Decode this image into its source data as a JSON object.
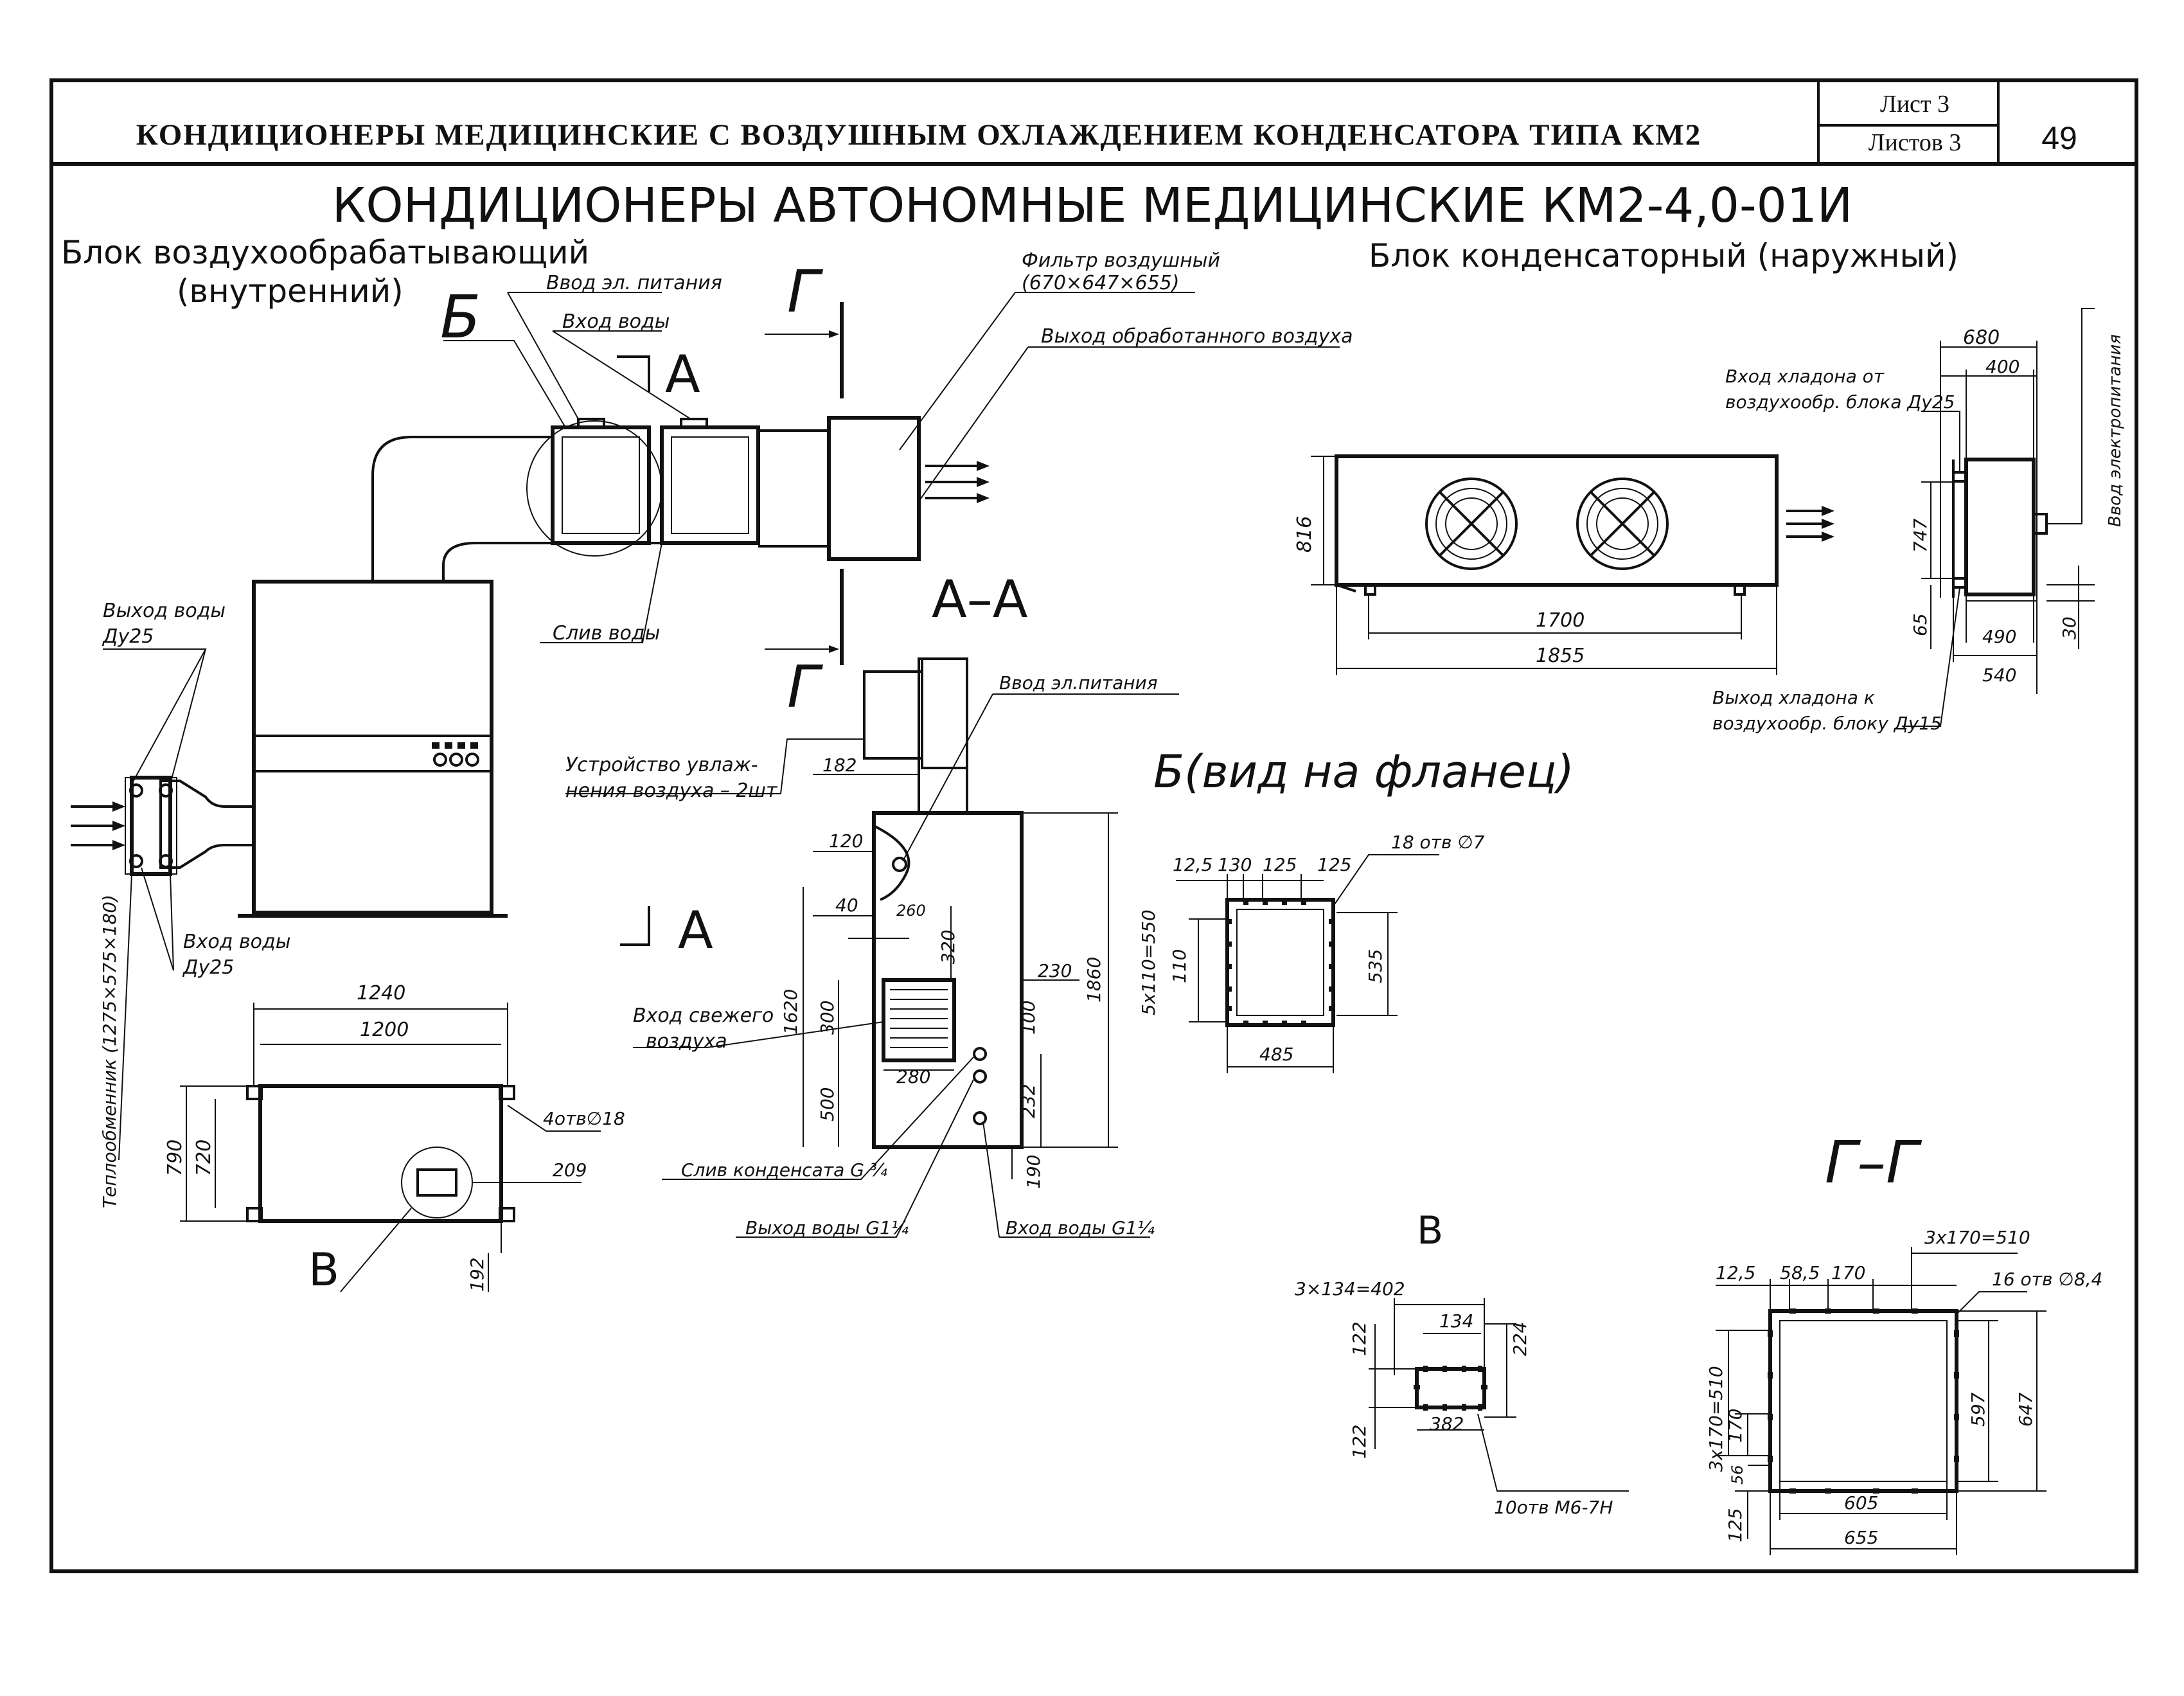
{
  "header": {
    "title": "КОНДИЦИОНЕРЫ МЕДИЦИНСКИЕ С ВОЗДУШНЫМ ОХЛАЖДЕНИЕМ КОНДЕНСАТОРА ТИПА КМ2",
    "sheet_label": "Лист 3",
    "sheets_label": "Листов 3",
    "page_number": "49"
  },
  "drawing": {
    "main_title": "КОНДИЦИОНЕРЫ АВТОНОМНЫЕ МЕДИЦИНСКИЕ КМ2-4,0-01И",
    "indoor_block_title_1": "Блок воздухообрабатывающий",
    "indoor_block_title_2": "(внутренний)",
    "outdoor_block_title": "Блок конденсаторный (наружный)",
    "labels": {
      "power_input": "Ввод эл. питания",
      "water_inlet": "Вход воды",
      "air_filter_1": "Фильтр воздушный",
      "air_filter_2": "(670×647×655)",
      "treated_air_outlet": "Выход обработанного воздуха",
      "water_drain": "Слив воды",
      "water_outlet_1": "Выход воды",
      "water_outlet_2": "Ду25",
      "water_inlet_du_1": "Вход воды",
      "water_inlet_du_2": "Ду25",
      "heat_exchanger": "Теплообменник (1275×575×180)",
      "humidifier_1": "Устройство увлаж-",
      "humidifier_2": "нения воздуха – 2шт",
      "power_input_aa": "Ввод эл.питания",
      "fresh_air_1": "Вход свежего",
      "fresh_air_2": "воздуха",
      "condensate_drain": "Слив конденсата G ¾",
      "water_outlet_g": "Выход воды G1¼",
      "water_inlet_g": "Вход воды G1¼",
      "holes_4": "4отв∅18",
      "freon_in_1": "Вход хладона от",
      "freon_in_2": "воздухообр. блока Ду25",
      "freon_out_1": "Выход хладона к",
      "freon_out_2": "воздухообр. блоку Ду15",
      "power_input_v": "Ввод электропитания",
      "flange_holes": "18 отв ∅7",
      "holes_16": "16 отв ∅8,4",
      "holes_10": "10отв М6-7Н"
    },
    "section_marks": {
      "b": "Б",
      "a": "А",
      "a_lower": "А",
      "g_upper": "Г",
      "g_lower": "Г",
      "aa": "А–А",
      "b_view": "Б(вид на фланец)",
      "v": "В",
      "v_view": "В",
      "gg": "Г–Г"
    },
    "dims": {
      "d1240": "1240",
      "d1200": "1200",
      "d790": "790",
      "d720": "720",
      "d209": "209",
      "d192": "192",
      "d182": "182",
      "d120": "120",
      "d40": "40",
      "d260": "260",
      "d320": "320",
      "d230": "230",
      "d1860": "1860",
      "d1620": "1620",
      "d300": "300",
      "d100": "100",
      "d280": "280",
      "d232": "232",
      "d500": "500",
      "d190": "190",
      "d680": "680",
      "d400": "400",
      "d816": "816",
      "d1700": "1700",
      "d1855": "1855",
      "d747": "747",
      "d65": "65",
      "d490": "490",
      "d540": "540",
      "d30": "30",
      "d130": "130",
      "d125a": "125",
      "d125b": "125",
      "d12_5": "12,5",
      "d5x110": "5x110=550",
      "d110": "110",
      "d485": "485",
      "d535": "535",
      "d3x134": "3×134=402",
      "d134": "134",
      "d122a": "122",
      "d224": "224",
      "d382": "382",
      "d122b": "122",
      "d12_5b": "12,5",
      "d58_5": "58,5",
      "d170a": "170",
      "d3x170": "3x170=510",
      "d3x170v": "3x170=510",
      "d170b": "170",
      "d56": "56",
      "d125c": "125",
      "d597": "597",
      "d647": "647",
      "d605": "605",
      "d655": "655"
    }
  }
}
